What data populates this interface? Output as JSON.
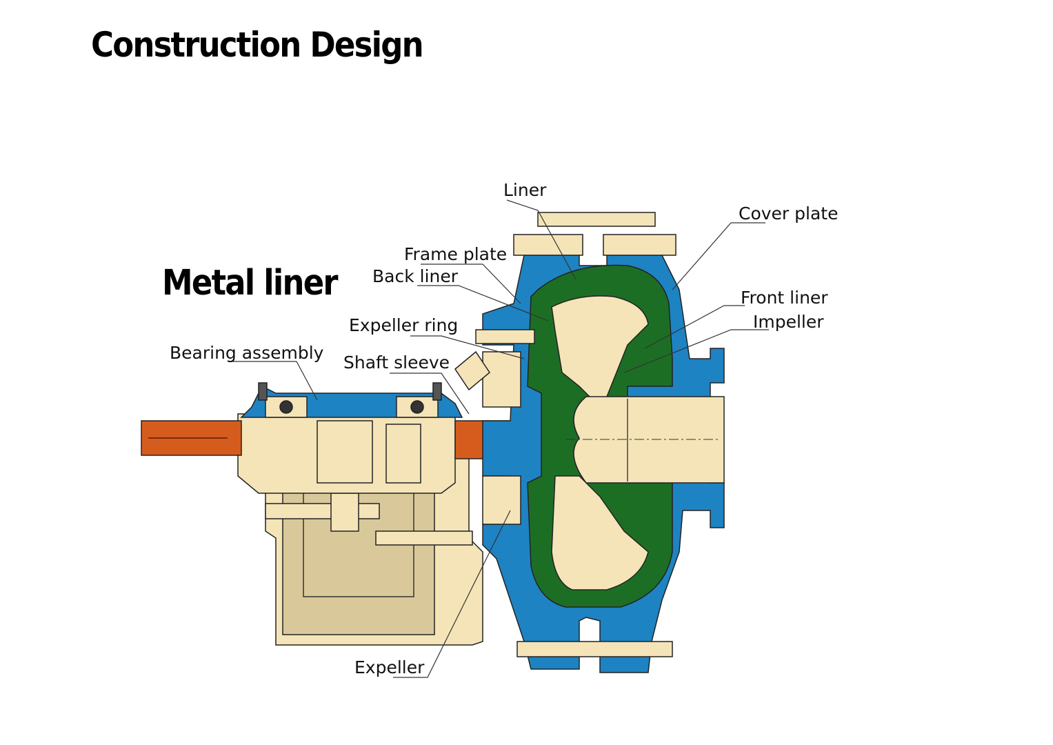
{
  "title": "Construction Design",
  "subtitle": "Metal liner",
  "labels": {
    "liner": "Liner",
    "cover_plate": "Cover plate",
    "frame_plate": "Frame plate",
    "back_liner": "Back liner",
    "front_liner": "Front liner",
    "impeller": "Impeller",
    "expeller_ring": "Expeller ring",
    "bearing_assembly": "Bearing assembly",
    "shaft_sleeve": "Shaft sleeve",
    "expeller": "Expeller"
  },
  "colors": {
    "casing": "#1e83c2",
    "liner": "#1d6e25",
    "frame": "#f4e4b8",
    "frame_dark": "#d9c89a",
    "shaft": "#d65c1e",
    "outline": "#222222"
  }
}
